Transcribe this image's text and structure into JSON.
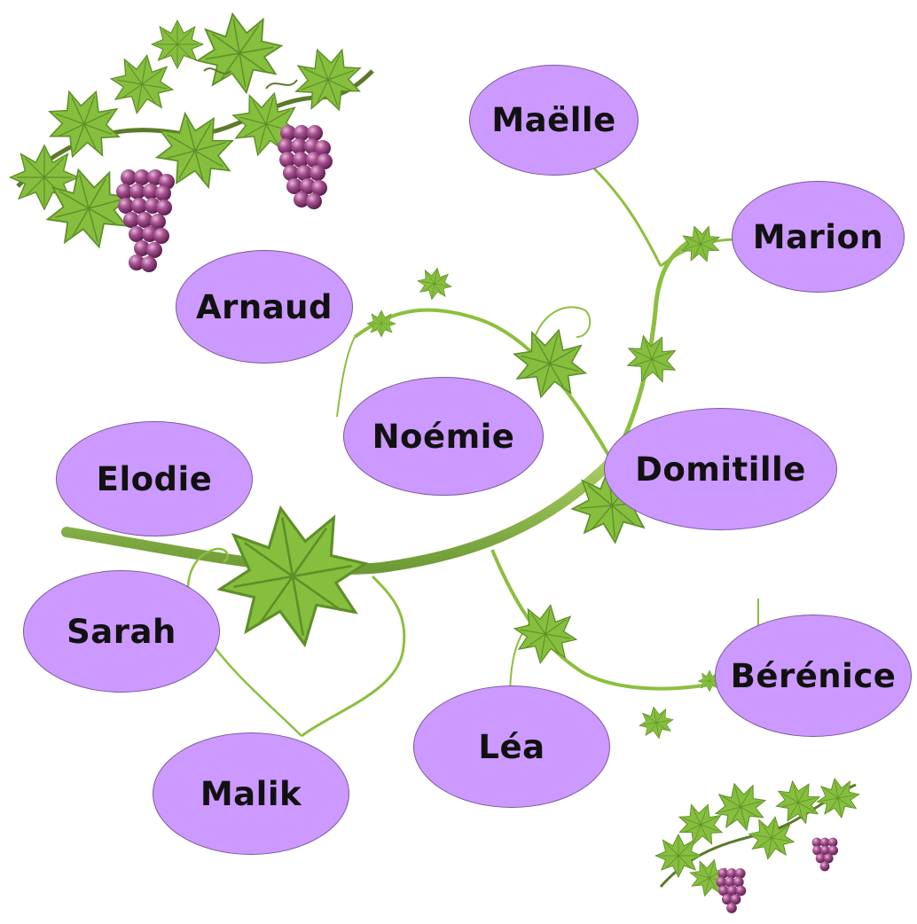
{
  "colors": {
    "bubble_fill": "#cc99ff",
    "bubble_border": "#7a5a9a",
    "vine_green": "#8cbf3f",
    "leaf_green": "#7fb83a",
    "grape_purple": "#8b3d7a"
  },
  "icons": [
    "grape-vine-decoration-icon",
    "grape-cluster-icon",
    "vine-leaf-icon",
    "tendril-icon"
  ],
  "names": {
    "maelle": "Maëlle",
    "marion": "Marion",
    "arnaud": "Arnaud",
    "noemie": "Noémie",
    "domitille": "Domitille",
    "elodie": "Elodie",
    "sarah": "Sarah",
    "malik": "Malik",
    "lea": "Léa",
    "berenice": "Bérénice"
  }
}
